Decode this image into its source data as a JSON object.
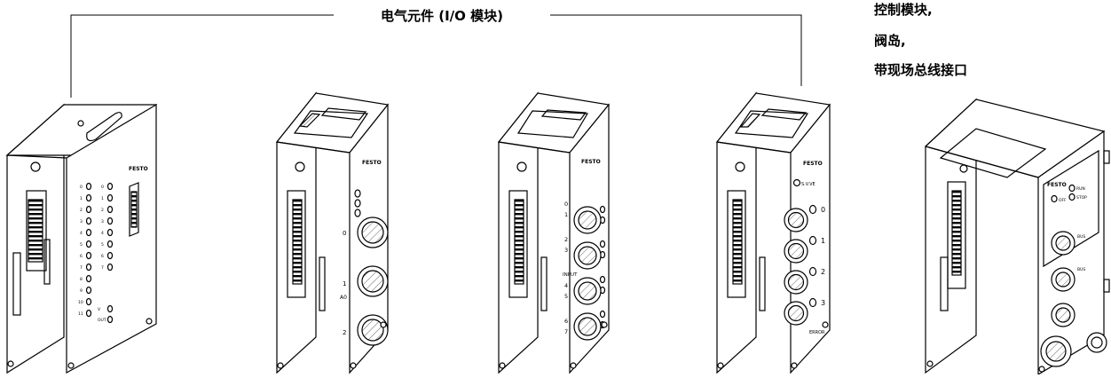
{
  "header": {
    "bracket_label": "电气元件 (I/O 模块)"
  },
  "side_label": {
    "line1": "控制模块,",
    "line2": "阀岛,",
    "line3": "带现场总线接口"
  },
  "modules": [
    {
      "brand": "FESTO",
      "led_col1": [
        "0",
        "1",
        "2",
        "3",
        "4",
        "5",
        "6",
        "7",
        "8",
        "9",
        "10",
        "11"
      ],
      "led_col2": [
        "0",
        "1",
        "2",
        "3",
        "4",
        "5",
        "6",
        "7"
      ],
      "power_labels": [
        "V",
        "OUT"
      ]
    },
    {
      "brand": "FESTO",
      "connector_labels": [
        "0",
        "1",
        "2"
      ],
      "group_label": "A0"
    },
    {
      "brand": "FESTO",
      "connector_labels": [
        "0",
        "1",
        "2",
        "3",
        "4",
        "5",
        "6",
        "7"
      ],
      "group_label": "INPUT"
    },
    {
      "brand": "FESTO",
      "connector_labels": [
        "0",
        "1",
        "2",
        "3"
      ],
      "status_label": "S.V.VE",
      "error_label": "ERROR"
    },
    {
      "brand": "FESTO",
      "status_labels": [
        "OFF",
        "RUN",
        "STOP"
      ],
      "port_labels": [
        "BUS",
        "BUS"
      ]
    }
  ],
  "colors": {
    "line": "#000000",
    "background": "#ffffff",
    "shade": "#e6e6e6"
  }
}
